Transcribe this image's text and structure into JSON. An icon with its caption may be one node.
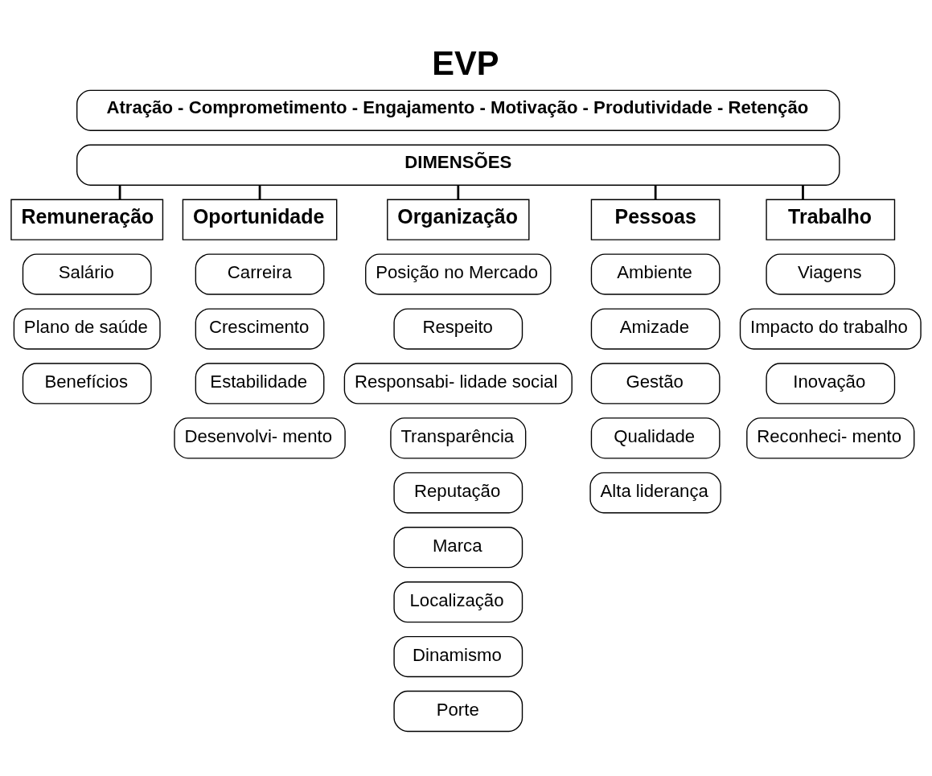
{
  "diagram": {
    "title": "EVP",
    "nodes": [
      {
        "text": [
          "Atração - Comprometimento - Engajamento - Motivação - Produtividade - Retenção"
        ]
      },
      {
        "text": [
          "DIMENSÕES"
        ]
      },
      {
        "text": [
          "Remuneração"
        ]
      },
      {
        "text": [
          "Oportunidade"
        ]
      },
      {
        "text": [
          "Organização"
        ]
      },
      {
        "text": [
          "Pessoas"
        ]
      },
      {
        "text": [
          "Trabalho"
        ]
      },
      {
        "text": [
          "Salário"
        ]
      },
      {
        "text": [
          "Plano de saúde"
        ]
      },
      {
        "text": [
          "Benefícios"
        ]
      },
      {
        "text": [
          "Carreira"
        ]
      },
      {
        "text": [
          "Crescimento"
        ]
      },
      {
        "text": [
          "Estabilidade"
        ]
      },
      {
        "text": [
          "Desenvolvi- mento"
        ]
      },
      {
        "text": [
          "Posição no Mercado"
        ]
      },
      {
        "text": [
          "Respeito"
        ]
      },
      {
        "text": [
          "Responsabi- lidade social"
        ]
      },
      {
        "text": [
          "Transparência"
        ]
      },
      {
        "text": [
          "Reputação"
        ]
      },
      {
        "text": [
          "Marca"
        ]
      },
      {
        "text": [
          "Localização"
        ]
      },
      {
        "text": [
          "Dinamismo"
        ]
      },
      {
        "text": [
          "Porte"
        ]
      },
      {
        "text": [
          "Ambiente"
        ]
      },
      {
        "text": [
          "Amizade"
        ]
      },
      {
        "text": [
          "Gestão"
        ]
      },
      {
        "text": [
          "Qualidade"
        ]
      },
      {
        "text": [
          "Alta liderança"
        ]
      },
      {
        "text": [
          "Viagens"
        ]
      },
      {
        "text": [
          "Impacto do trabalho"
        ]
      },
      {
        "text": [
          "Inovação"
        ]
      },
      {
        "text": [
          "Reconheci- mento"
        ]
      }
    ],
    "edges": [
      {
        "from": 1,
        "to": 2,
        "arrow": "none"
      },
      {
        "from": 1,
        "to": 3,
        "arrow": "none"
      },
      {
        "from": 1,
        "to": 4,
        "arrow": "none"
      },
      {
        "from": 1,
        "to": 5,
        "arrow": "none"
      },
      {
        "from": 1,
        "to": 6,
        "arrow": "none"
      }
    ]
  }
}
